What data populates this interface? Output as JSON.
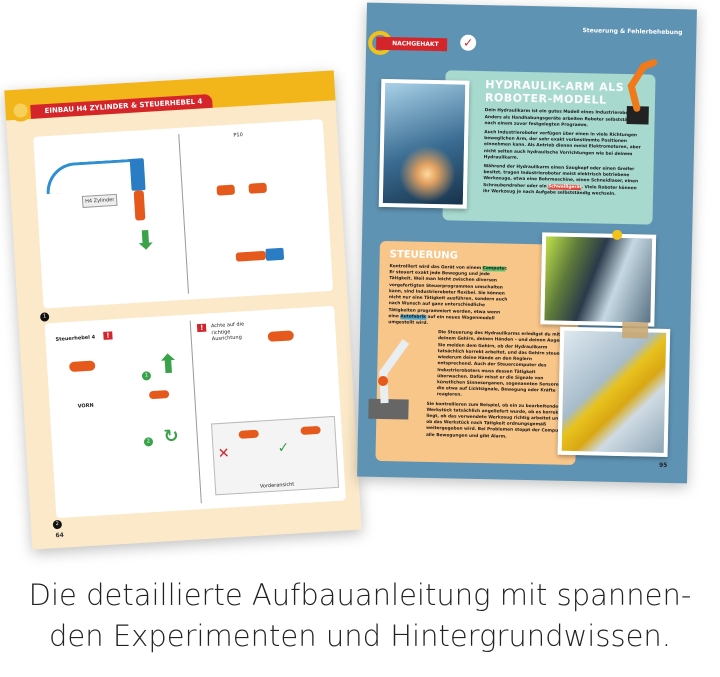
{
  "left_page": {
    "header": "EINBAU H4 ZYLINDER & STEUERHEBEL 4",
    "labels": {
      "cylinder": "H4 Zylinder",
      "part": "P10",
      "lever": "Steuerhebel 4",
      "front": "VORN",
      "notice": "Achte auf die richtige Ausrichtung",
      "front_view": "Vorderansicht"
    },
    "steps": [
      "1",
      "2"
    ],
    "sub_steps": [
      "1",
      "2"
    ],
    "page_number": "64",
    "colors": {
      "page": "#fbe9c9",
      "accent": "#f2b61b",
      "header": "#d4252b"
    }
  },
  "right_page": {
    "section_title": "Steuerung & Fehlerbehebung",
    "badge": "NACHGEHAKT",
    "box1": {
      "title": "HYDRAULIK-ARM ALS ROBOTER-MODELL",
      "p1": "Dein Hydraulikarm ist ein gutes Modell eines Industrieroboters. Anders als Handhabungsgeräte arbeiten Roboter selbstständig nach einem zuvor festgelegten Programm.",
      "p2": "Auch Industrieroboter verfügen über einen in viele Richtungen beweglichen Arm, der sehr exakt vorbestimmte Positionen einnehmen kann. Als Antrieb dienen meist Elektromotoren, aber nicht selten auch hydraulische Vorrichtungen wie bei deinem Hydraulikarm.",
      "p3a": "Während der Hydraulikarm einen Saugkopf oder einen Greifer besitzt, tragen Industrieroboter meist elektrisch betriebene Werkzeuge, etwa eine Bohrmaschine, einen Schneidlaser, einen Schraubendreher oder ein ",
      "p3_highlight": "Schweißgerät",
      "p3b": ". Viele Roboter können ihr Werkzeug je nach Aufgabe selbstständig wechseln."
    },
    "box2": {
      "title": "STEUERUNG",
      "p1a": "Kontrolliert wird das Gerät von einem ",
      "p1_highlight1": "Computer",
      "p1b": ". Er steuert exakt jede Bewegung und jede Tätigkeit. Weil man leicht zwischen diversen vorgefertigten Steuerprogrammen umschalten kann, sind Industrieroboter flexibel. Sie können nicht nur eine Tätigkeit ausführen, sondern auch nach Wunsch auf ganz unterschiedliche Tätigkeiten programmiert werden, etwa wenn eine ",
      "p1_highlight2": "Autofabrik",
      "p1c": " auf ein neues Wagenmodell umgestellt wird.",
      "p2": "Die Steuerung des Hydraulikarms erledigst du mit deinem Gehirn, deinen Händen – und deinen Augen: Sie melden dem Gehirn, ob der Hydraulikarm tatsächlich korrekt arbeitet, und das Gehirn steuert wiederum deine Hände an den Reglern entsprechend. Auch der Steuercomputer des Industrieroboters muss dessen Tätigkeit überwachen. Dafür misst er die Signale von künstlichen Sinnesorganen, sogenannten Sensoren, die etwa auf Lichtsignale, Bewegung oder Kräfte reagieren.",
      "p3": "Sie kontrollieren zum Beispiel, ob ein zu bearbeitendes Werkstück tatsächlich angeliefert wurde, ob es korrekt liegt, ob das verwendete Werkzeug richtig arbeitet und ob das Werkstück nach Tätigkeit ordnungsgemäß weitergegeben wird. Bei Problemen stoppt der Computer alle Bewegungen und gibt Alarm."
    },
    "page_number": "95",
    "colors": {
      "page": "#5f93b3",
      "box1": "#a7d9cf",
      "box2": "#f9c68a"
    }
  },
  "caption": {
    "line1": "Die detaillierte Aufbauanleitung mit spannen-",
    "line2": "den Experimenten und Hintergrundwissen."
  }
}
